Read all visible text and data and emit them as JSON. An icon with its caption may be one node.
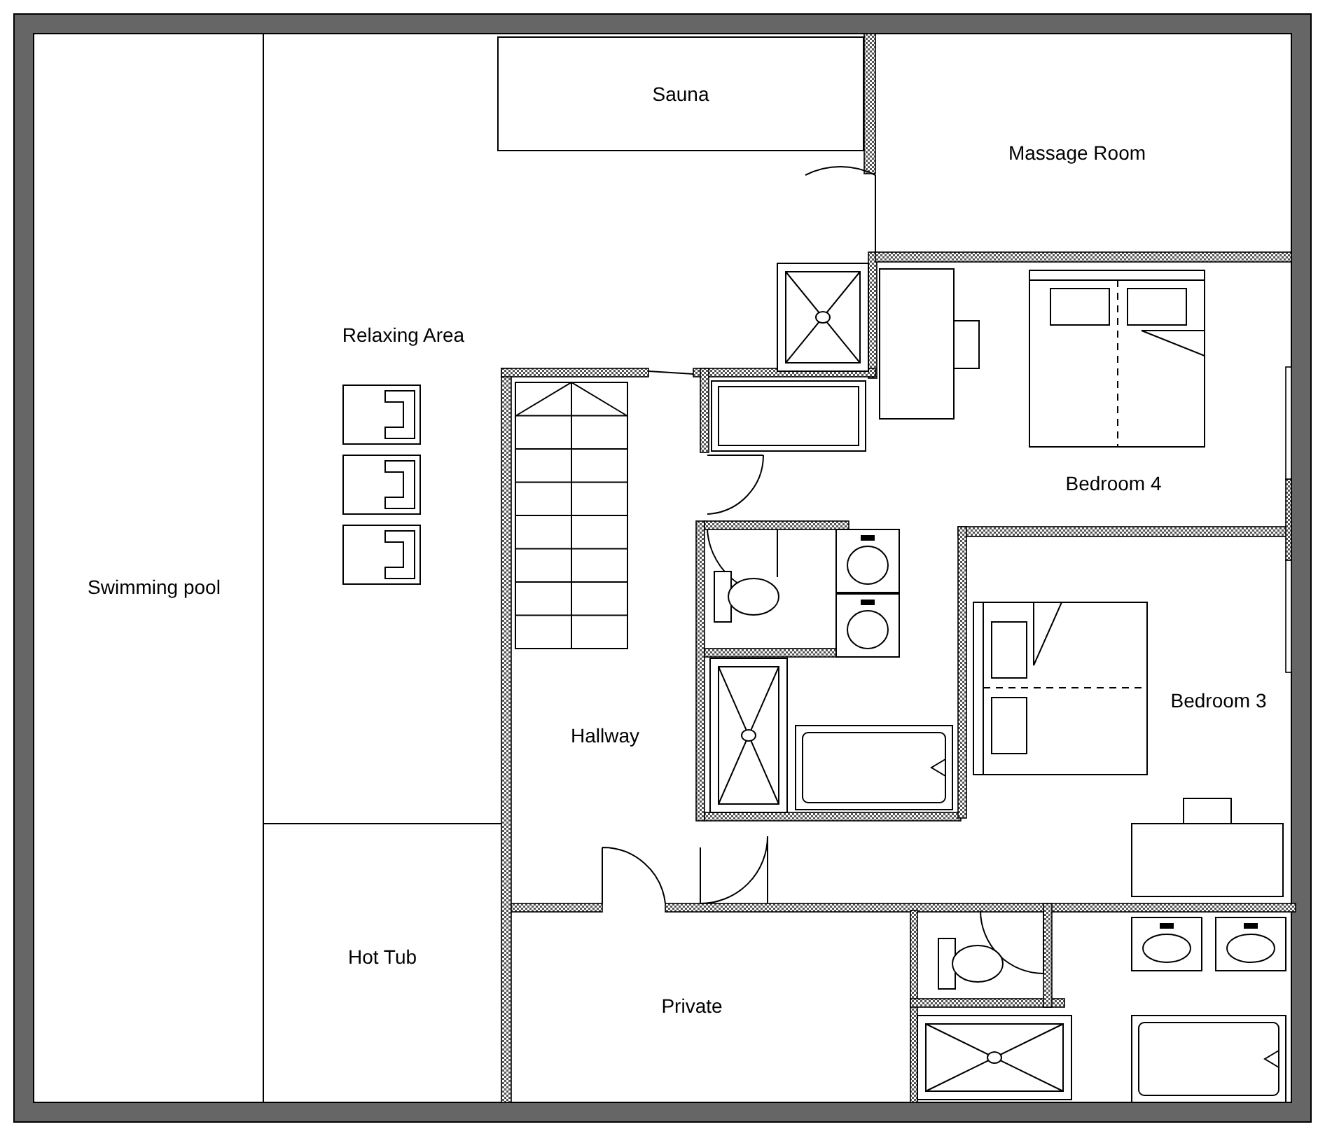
{
  "diagram": {
    "nodes": [
      {
        "text": [
          "Sauna"
        ]
      }
    ],
    "labels": [
      "Massage Room",
      "Relaxing Area",
      "Bedroom 4",
      "Swimming pool",
      "Bedroom 3",
      "Hallway",
      "Hot Tub",
      "Private"
    ]
  }
}
